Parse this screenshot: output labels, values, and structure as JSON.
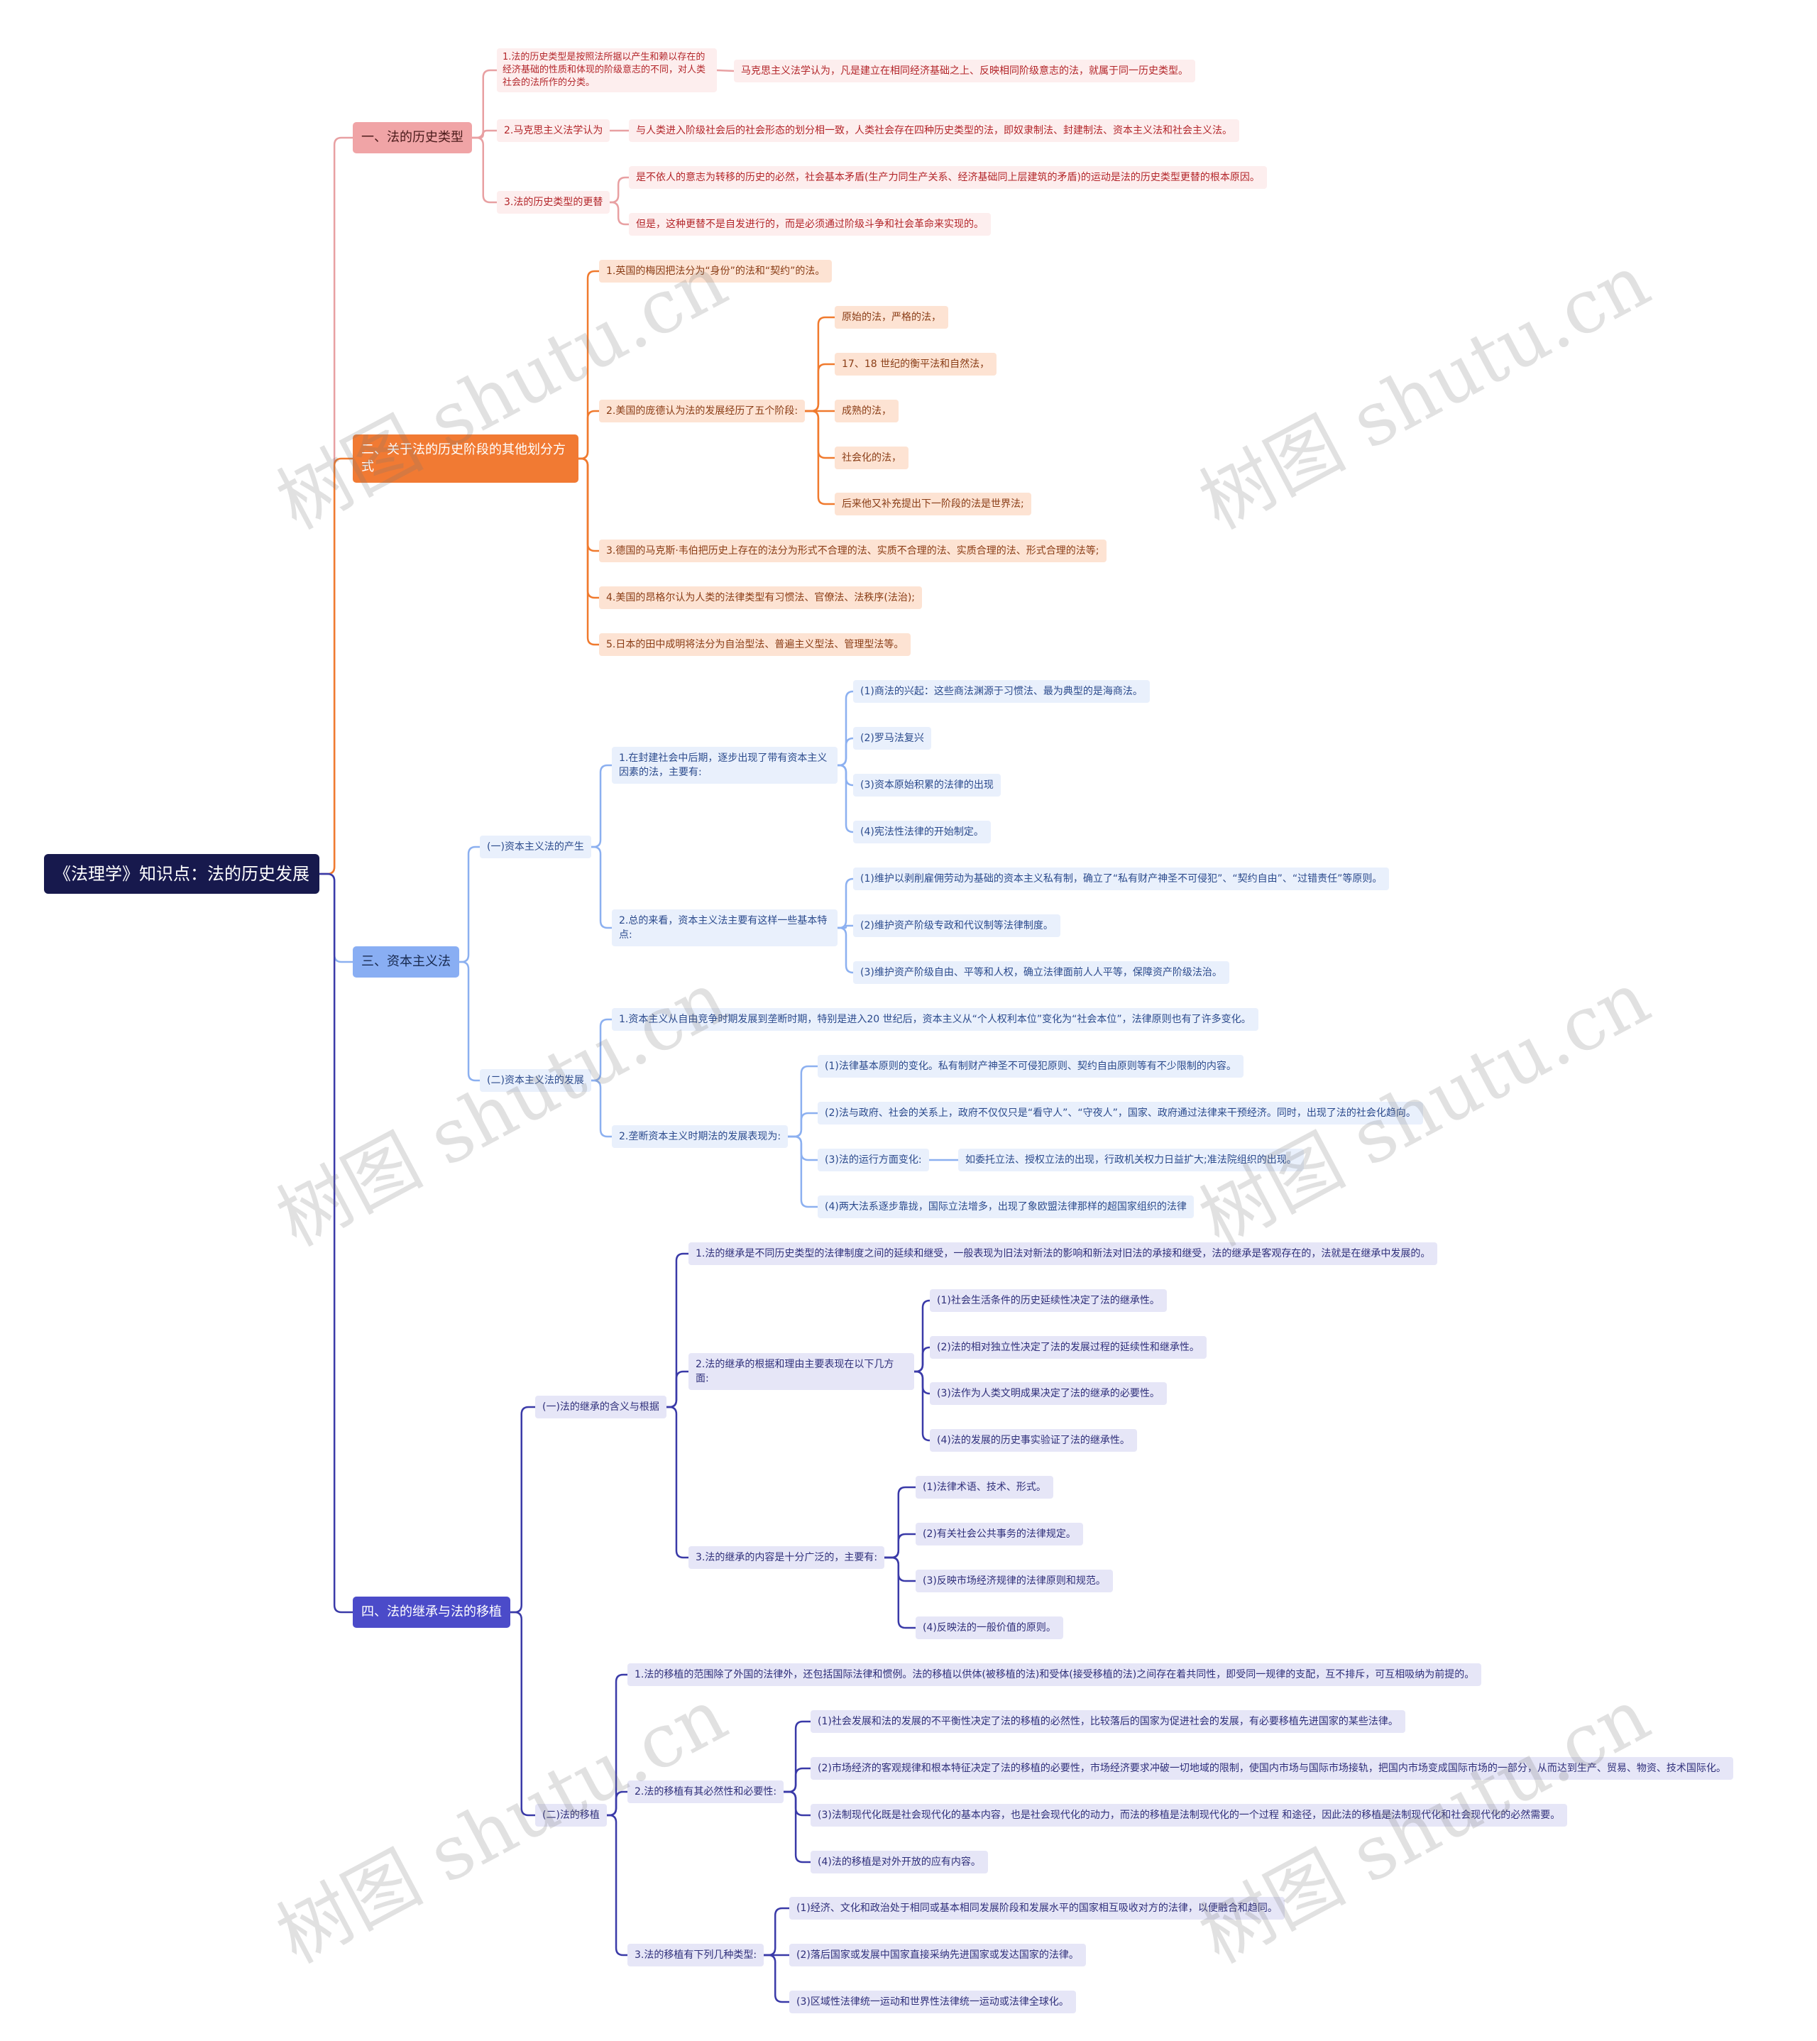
{
  "root": "《法理学》知识点：法的历史发展",
  "colors": {
    "b1": "#e8a0a2",
    "b2": "#f07a2e",
    "b3": "#8cb0f0",
    "b4": "#3a3aa8"
  },
  "watermark": "树图 shutu.cn",
  "s1": {
    "title": "一、法的历史类型",
    "a": "1.法的历史类型是按照法所据以产生和赖以存在的经济基础的性质和体现的阶级意志的不同，对人类社会的法所作的分类。",
    "a1": "马克思主义法学认为，凡是建立在相同经济基础之上、反映相同阶级意志的法，就属于同一历史类型。",
    "b": "2.马克思主义法学认为",
    "b1": "与人类进入阶级社会后的社会形态的划分相一致，人类社会存在四种历史类型的法，即奴隶制法、封建制法、资本主义法和社会主义法。",
    "c": "3.法的历史类型的更替",
    "c1": "是不依人的意志为转移的历史的必然，社会基本矛盾(生产力同生产关系、经济基础同上层建筑的矛盾)的运动是法的历史类型更替的根本原因。",
    "c2": "但是，这种更替不是自发进行的，而是必须通过阶级斗争和社会革命来实现的。"
  },
  "s2": {
    "title": "二、关于法的历史阶段的其他划分方式",
    "a": "1.英国的梅因把法分为“身份”的法和“契约”的法。",
    "b": "2.美国的庞德认为法的发展经历了五个阶段:",
    "b1": "原始的法，严格的法，",
    "b2": "17、18 世纪的衡平法和自然法，",
    "b3": "成熟的法，",
    "b4": "社会化的法，",
    "b5": "后来他又补充提出下一阶段的法是世界法;",
    "c": "3.德国的马克斯·韦伯把历史上存在的法分为形式不合理的法、实质不合理的法、实质合理的法、形式合理的法等;",
    "d": "4.美国的昂格尔认为人类的法律类型有习惯法、官僚法、法秩序(法治);",
    "e": "5.日本的田中成明将法分为自治型法、普遍主义型法、管理型法等。"
  },
  "s3": {
    "title": "三、资本主义法",
    "g1": "(一)资本主义法的产生",
    "g1a": "1.在封建社会中后期，逐步出现了带有资本主义因素的法，主要有:",
    "g1a1": "(1)商法的兴起：这些商法渊源于习惯法、最为典型的是海商法。",
    "g1a2": "(2)罗马法复兴",
    "g1a3": "(3)资本原始积累的法律的出现",
    "g1a4": "(4)宪法性法律的开始制定。",
    "g1b": "2.总的来看，资本主义法主要有这样一些基本特点:",
    "g1b1": "(1)维护以剥削雇佣劳动为基础的资本主义私有制，确立了“私有财产神圣不可侵犯”、“契约自由”、“过错责任”等原则。",
    "g1b2": "(2)维护资产阶级专政和代议制等法律制度。",
    "g1b3": "(3)维护资产阶级自由、平等和人权，确立法律面前人人平等，保障资产阶级法治。",
    "g2": "(二)资本主义法的发展",
    "g2a": "1.资本主义从自由竞争时期发展到垄断时期，特别是进入20 世纪后，资本主义从“个人权利本位”变化为“社会本位”，法律原则也有了许多变化。",
    "g2b": "2.垄断资本主义时期法的发展表现为:",
    "g2b1": "(1)法律基本原则的变化。私有制财产神圣不可侵犯原则、契约自由原则等有不少限制的内容。",
    "g2b2": "(2)法与政府、社会的关系上，政府不仅仅只是“看守人”、“守夜人”，国家、政府通过法律来干预经济。同时，出现了法的社会化趋向。",
    "g2b3": "(3)法的运行方面变化:",
    "g2b3a": "如委托立法、授权立法的出现，行政机关权力日益扩大;准法院组织的出现。",
    "g2b4": "(4)两大法系逐步靠拢，国际立法增多，出现了象欧盟法律那样的超国家组织的法律"
  },
  "s4": {
    "title": "四、法的继承与法的移植",
    "g1": "(一)法的继承的含义与根据",
    "g1a": "1.法的继承是不同历史类型的法律制度之间的延续和继受，一般表现为旧法对新法的影响和新法对旧法的承接和继受，法的继承是客观存在的，法就是在继承中发展的。",
    "g1b": "2.法的继承的根据和理由主要表现在以下几方面:",
    "g1b1": "(1)社会生活条件的历史延续性决定了法的继承性。",
    "g1b2": "(2)法的相对独立性决定了法的发展过程的延续性和继承性。",
    "g1b3": "(3)法作为人类文明成果决定了法的继承的必要性。",
    "g1b4": "(4)法的发展的历史事实验证了法的继承性。",
    "g1c": "3.法的继承的内容是十分广泛的，主要有:",
    "g1c1": "(1)法律术语、技术、形式。",
    "g1c2": "(2)有关社会公共事务的法律规定。",
    "g1c3": "(3)反映市场经济规律的法律原则和规范。",
    "g1c4": "(4)反映法的一般价值的原则。",
    "g2": "(二)法的移植",
    "g2a": "1.法的移植的范围除了外国的法律外，还包括国际法律和惯例。法的移植以供体(被移植的法)和受体(接受移植的法)之间存在着共同性，即受同一规律的支配，互不排斥，可互相吸纳为前提的。",
    "g2b": "2.法的移植有其必然性和必要性:",
    "g2b1": "(1)社会发展和法的发展的不平衡性决定了法的移植的必然性，比较落后的国家为促进社会的发展，有必要移植先进国家的某些法律。",
    "g2b2": "(2)市场经济的客观规律和根本特征决定了法的移植的必要性，市场经济要求冲破一切地域的限制，使国内市场与国际市场接轨，把国内市场变成国际市场的一部分，从而达到生产、贸易、物资、技术国际化。",
    "g2b3": "(3)法制现代化既是社会现代化的基本内容，也是社会现代化的动力，而法的移植是法制现代化的一个过程 和途径，因此法的移植是法制现代化和社会现代化的必然需要。",
    "g2b4": "(4)法的移植是对外开放的应有内容。",
    "g2c": "3.法的移植有下列几种类型:",
    "g2c1": "(1)经济、文化和政治处于相同或基本相同发展阶段和发展水平的国家相互吸收对方的法律，以便融合和趋同。",
    "g2c2": "(2)落后国家或发展中国家直接采纳先进国家或发达国家的法律。",
    "g2c3": "(3)区域性法律统一运动和世界性法律统一运动或法律全球化。"
  }
}
